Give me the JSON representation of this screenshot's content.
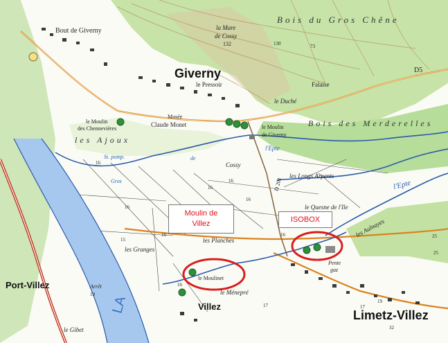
{
  "labels": {
    "bout_de_giverny": "Bout de Giverny",
    "la_mare": "la Mare",
    "de_cossy": "de Cossy",
    "spot_132": "132",
    "bois_du_gros_chene": "Bois du Gros Chêne",
    "giverny": "Giverny",
    "le_pressoir": "le Pressoir",
    "falaise": "Falaise",
    "road_d5": "D5",
    "le_duche": "le Duché",
    "moulin_chennevieres_1": "le Moulin",
    "moulin_chennevieres_2": "des Chennevières",
    "musee_1": "Musée",
    "musee_2": "Claude Monet",
    "moulin_giverny_1": "le Moulin",
    "moulin_giverny_2": "de Giverny",
    "bois_des_merderelles": "Bois des Merderelles",
    "les_ajoux": "les Ajoux",
    "st_pomp": "St. pomp.",
    "l_epte_1": "l'Epte",
    "cossy": "Cossy",
    "les_longs_arpents": "les Longs Arpents",
    "d201": "D 201",
    "l_epte_2": "l'Epte",
    "le_quesne_de_lile": "le Quesne de l'Ile",
    "les_aulnayes": "les Aulnayes",
    "les_planches": "les Planches",
    "les_granges": "les Granges",
    "port_villez": "Port-Villez",
    "arret": "Arrêt",
    "le_moulinet": "le Moulinet",
    "le_menepre": "le Ménepré",
    "villez": "Villez",
    "limetz_villez": "Limetz-Villez",
    "le_gibet": "le Gibet",
    "pente": "Pente",
    "gaz": "gaz",
    "river_la": "LA",
    "gros": "Gros",
    "de": "de"
  },
  "spot_heights": [
    "16",
    "16",
    "16",
    "16",
    "16",
    "15",
    "16",
    "16",
    "16",
    "16",
    "17",
    "19",
    "19",
    "17",
    "32",
    "25",
    "25",
    "130",
    "73"
  ],
  "callouts": {
    "moulin_de_villez_line1": "Moulin de",
    "moulin_de_villez_line2": "Villez",
    "isobox": "ISOBOX"
  },
  "colors": {
    "callout_text": "#e0101a",
    "highlight_circle": "#d81d1d",
    "marker_green": "#2f8f3a",
    "marker_yellow": "#f2e08a",
    "river_blue": "#2a5aa8",
    "forest_green": "#b6dd9a",
    "main_road": "#c0341f"
  }
}
